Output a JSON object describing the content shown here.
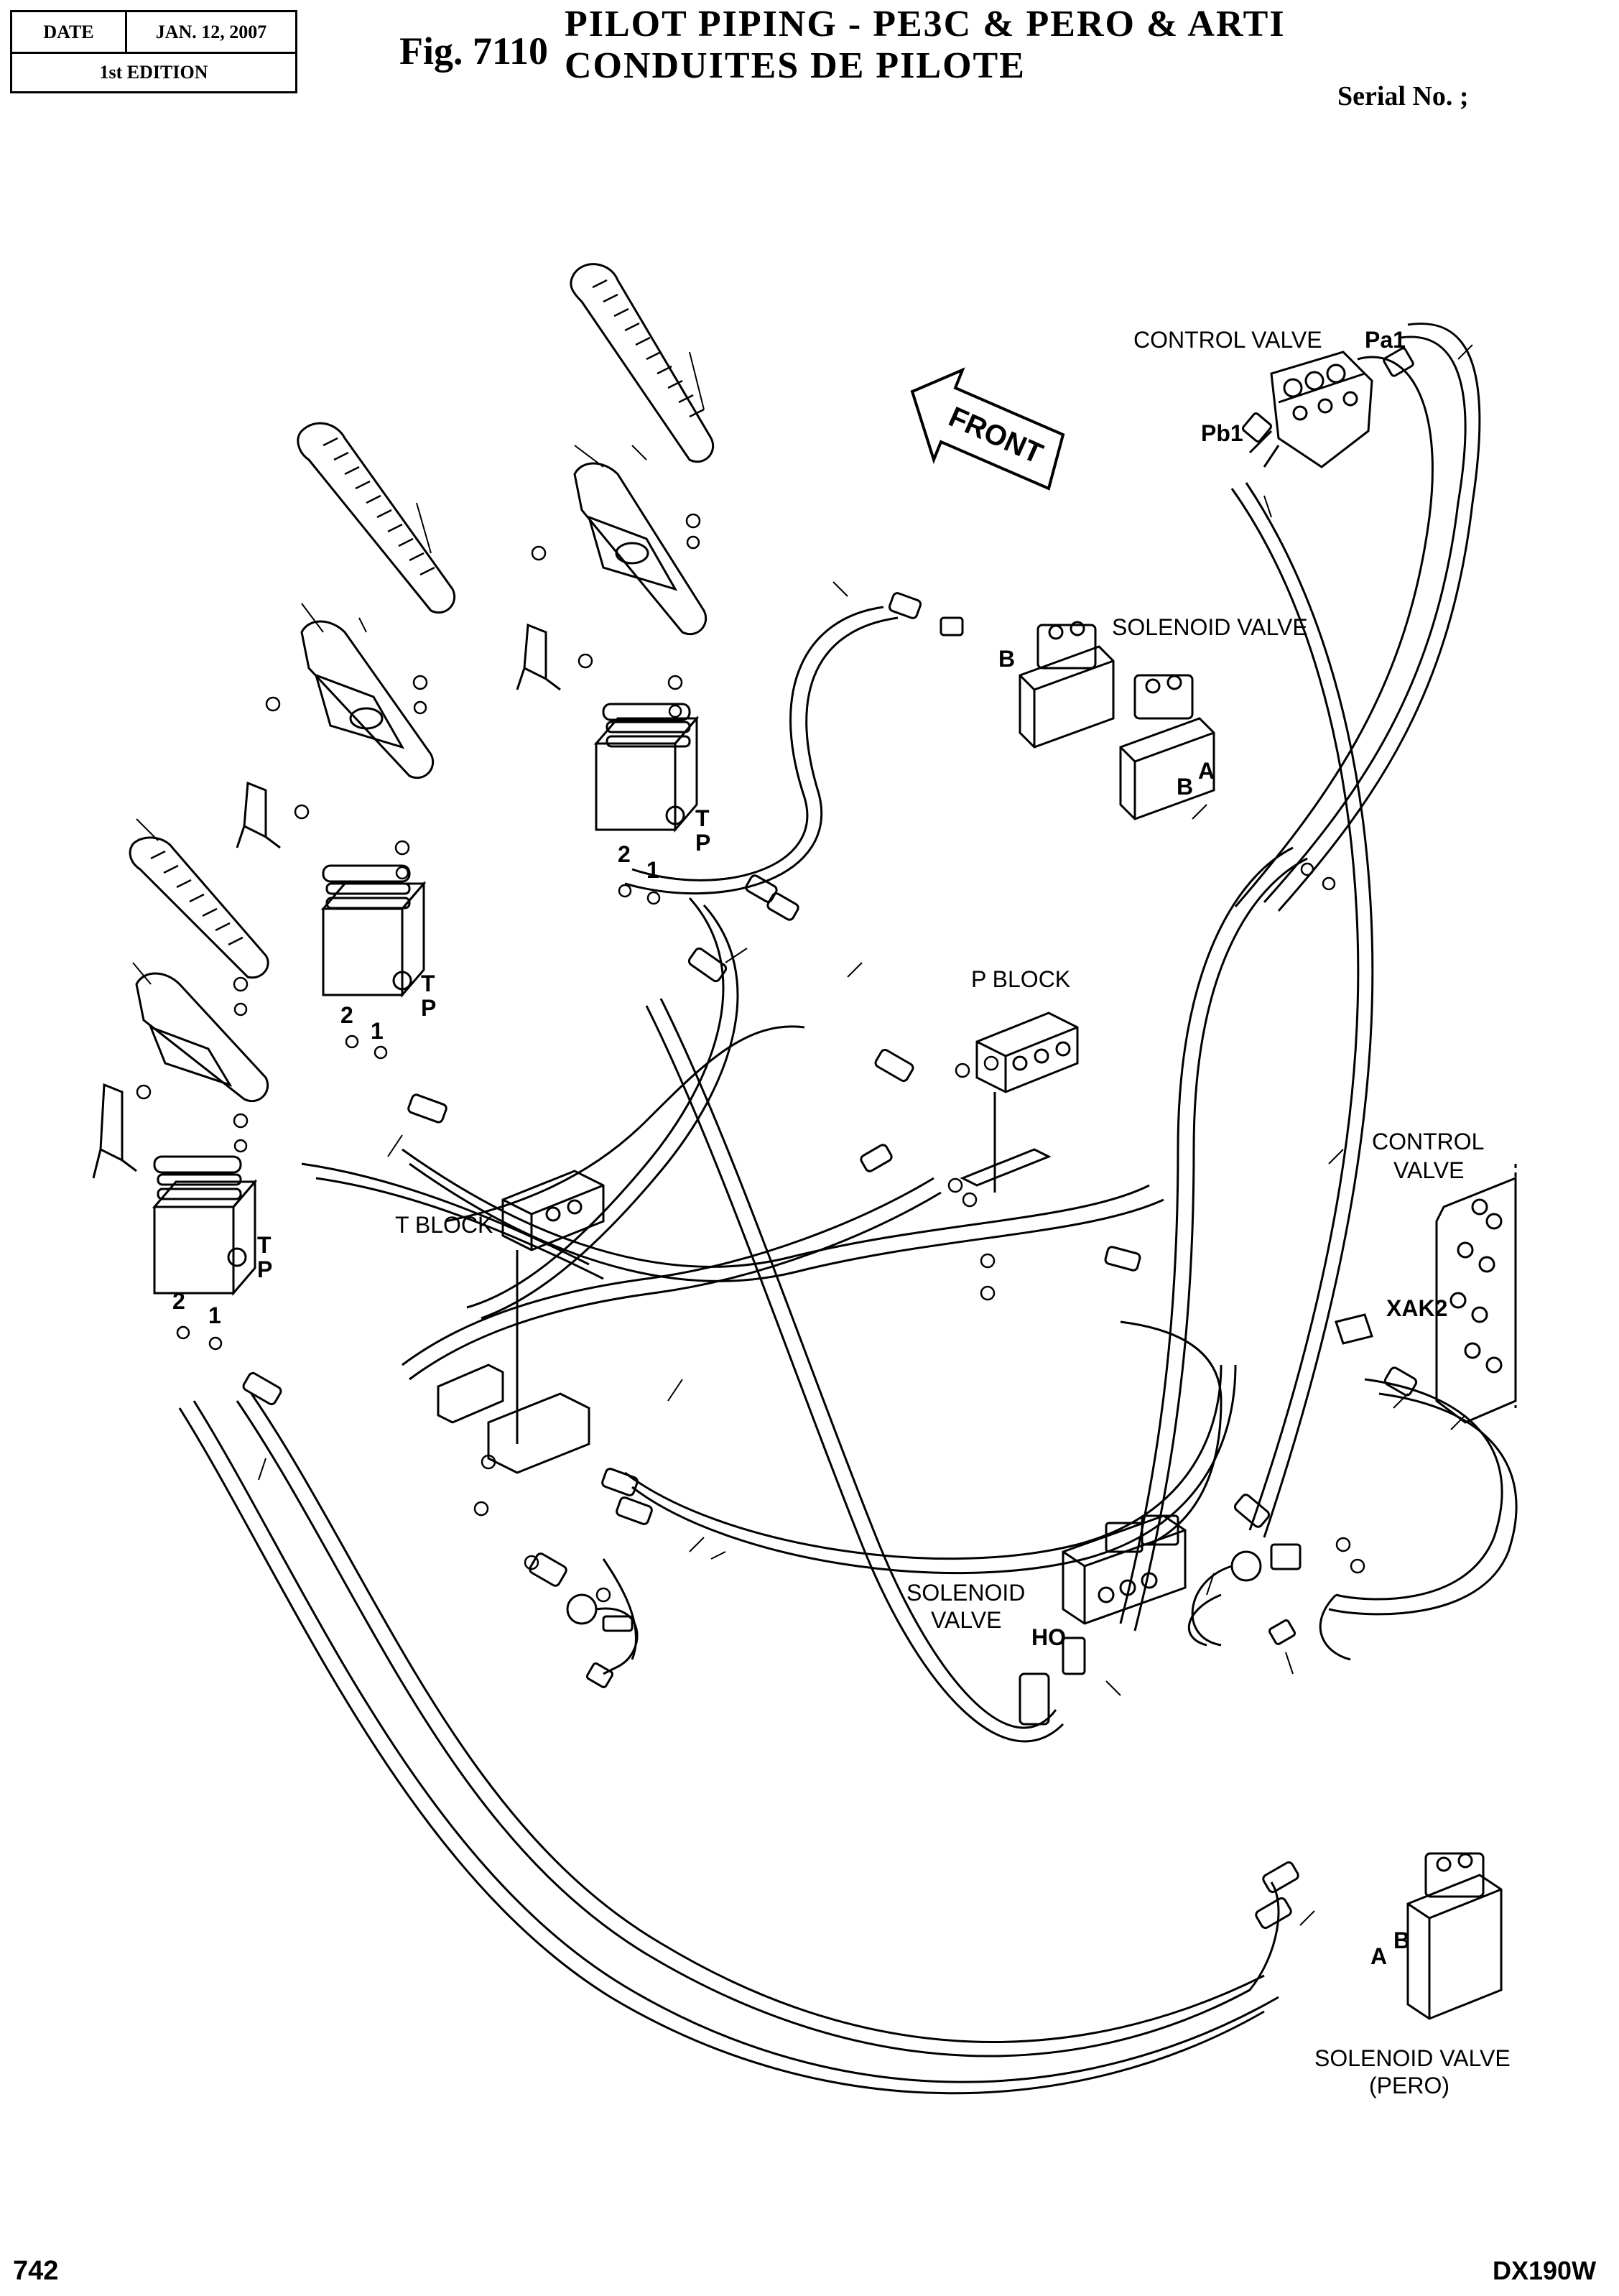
{
  "header": {
    "date_label": "DATE",
    "date_value": "JAN. 12, 2007",
    "edition": "1st EDITION",
    "figure_number": "Fig. 7110",
    "title_line1": "PILOT PIPING - PE3C & PERO & ARTI",
    "title_line2": "CONDUITES DE PILOTE",
    "serial": "Serial No. ;"
  },
  "footer": {
    "page_number": "742",
    "model": "DX190W"
  },
  "callouts": {
    "control_valve_top": "CONTROL VALVE",
    "pa1": "Pa1",
    "pb1": "Pb1",
    "front": "FRONT",
    "solenoid_valve_top": "SOLENOID VALVE",
    "port_b_top": "B",
    "port_a_mid": "A",
    "port_b_mid": "B",
    "p_block": "P BLOCK",
    "control_valve_right_1": "CONTROL",
    "control_valve_right_2": "VALVE",
    "xak2": "XAK2",
    "t_block": "T BLOCK",
    "solenoid_valve_mid_1": "SOLENOID",
    "solenoid_valve_mid_2": "VALVE",
    "ho": "HO",
    "solenoid_pero_1": "SOLENOID VALVE",
    "solenoid_pero_2": "(PERO)",
    "port_a_pero": "A",
    "port_b_pero": "B",
    "pedal_port_t": "T",
    "pedal_port_p": "P",
    "pedal_port_1": "1",
    "pedal_port_2": "2"
  }
}
